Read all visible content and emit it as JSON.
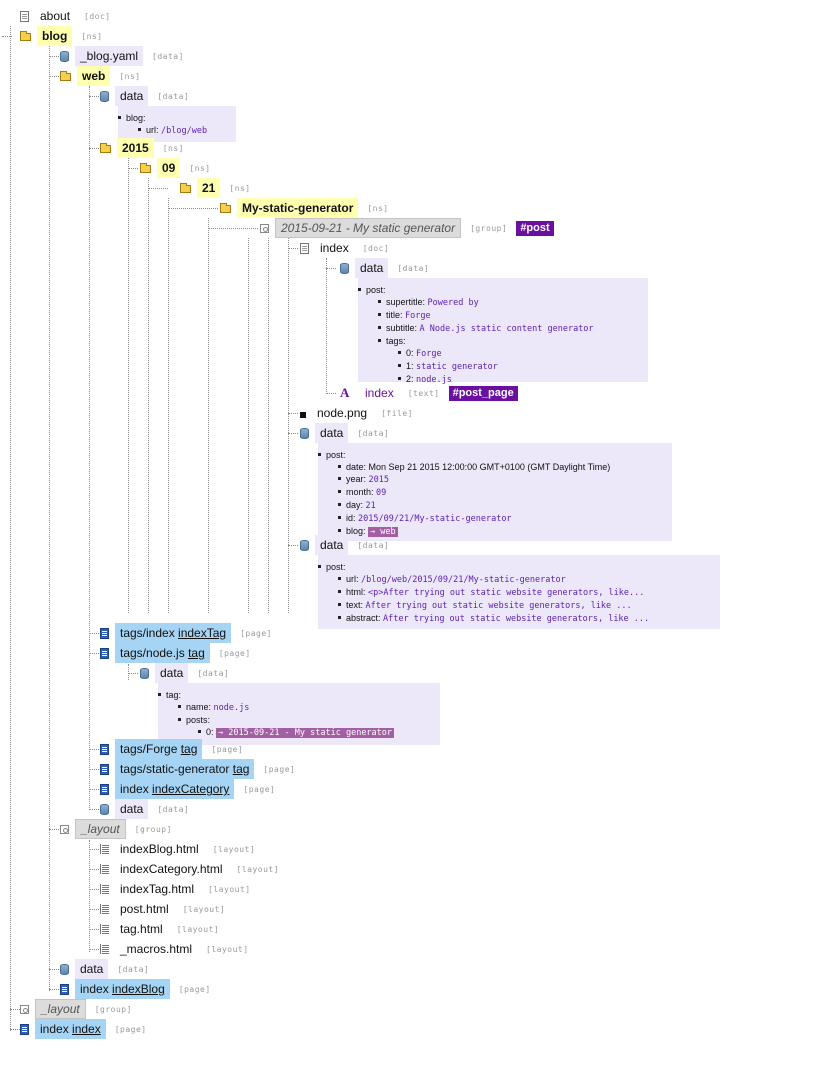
{
  "kinds": {
    "doc": "[doc]",
    "ns": "[ns]",
    "data": "[data]",
    "page": "[page]",
    "group": "[group]",
    "layout": "[layout]",
    "text": "[text]",
    "file": "[file]"
  },
  "nodes": {
    "about": "about",
    "blog": "blog",
    "blog_yaml": "_blog.yaml",
    "web": "web",
    "web_data": "data",
    "y2015": "2015",
    "m09": "09",
    "d21": "21",
    "slug": "My-static-generator",
    "post_group": "2015-09-21 - My static generator",
    "post_tag": "#post",
    "index_doc": "index",
    "index_data": "data",
    "index_text": "index",
    "post_page_tag": "#post_page",
    "node_png": "node.png",
    "data_a": "data",
    "data_b": "data",
    "tags_index": "tags/index",
    "tags_index_tpl": "indexTag",
    "tags_node": "tags/node.js",
    "tags_node_tpl": "tag",
    "tags_node_data": "data",
    "tags_forge": "tags/Forge",
    "tags_forge_tpl": "tag",
    "tags_static": "tags/static-generator",
    "tags_static_tpl": "tag",
    "web_index": "index",
    "web_index_tpl": "indexCategory",
    "web_data2": "data",
    "layout_group": "_layout",
    "lay1": "indexBlog.html",
    "lay2": "indexCategory.html",
    "lay3": "indexTag.html",
    "lay4": "post.html",
    "lay5": "tag.html",
    "lay6": "_macros.html",
    "blog_data": "data",
    "blog_index": "index",
    "blog_index_tpl": "indexBlog",
    "root_layout": "_layout",
    "root_index": "index",
    "root_index_tpl": "index"
  },
  "web_data_box": {
    "k_blog": "blog:",
    "k_url": "url:",
    "v_url": "/blog/web"
  },
  "index_data_box": {
    "k_post": "post:",
    "k_supertitle": "supertitle:",
    "v_supertitle": "Powered by",
    "k_title": "title:",
    "v_title": "Forge",
    "k_subtitle": "subtitle:",
    "v_subtitle": "A Node.js static content generator",
    "k_tags": "tags:",
    "k_t0": "0:",
    "v_t0": "Forge",
    "k_t1": "1:",
    "v_t1": "static generator",
    "k_t2": "2:",
    "v_t2": "node.js"
  },
  "data_a_box": {
    "k_post": "post:",
    "k_date": "date:",
    "v_date": "Mon Sep 21 2015 12:00:00 GMT+0100 (GMT Daylight Time)",
    "k_year": "year:",
    "v_year": "2015",
    "k_month": "month:",
    "v_month": "09",
    "k_day": "day:",
    "v_day": "21",
    "k_id": "id:",
    "v_id": "2015/09/21/My-static-generator",
    "k_blog": "blog:",
    "v_blog": "→ web"
  },
  "data_b_box": {
    "k_post": "post:",
    "k_url": "url:",
    "v_url": "/blog/web/2015/09/21/My-static-generator",
    "k_html": "html:",
    "v_html": "<p>After trying out static website generators, like...",
    "k_text": "text:",
    "v_text": "After trying out static website generators, like ...",
    "k_abstract": "abstract:",
    "v_abstract": "After trying out static website generators, like ..."
  },
  "tag_data_box": {
    "k_tag": "tag:",
    "k_name": "name:",
    "v_name": "node.js",
    "k_posts": "posts:",
    "k_p0": "0:",
    "v_p0": "→ 2015-09-21 - My static generator"
  }
}
